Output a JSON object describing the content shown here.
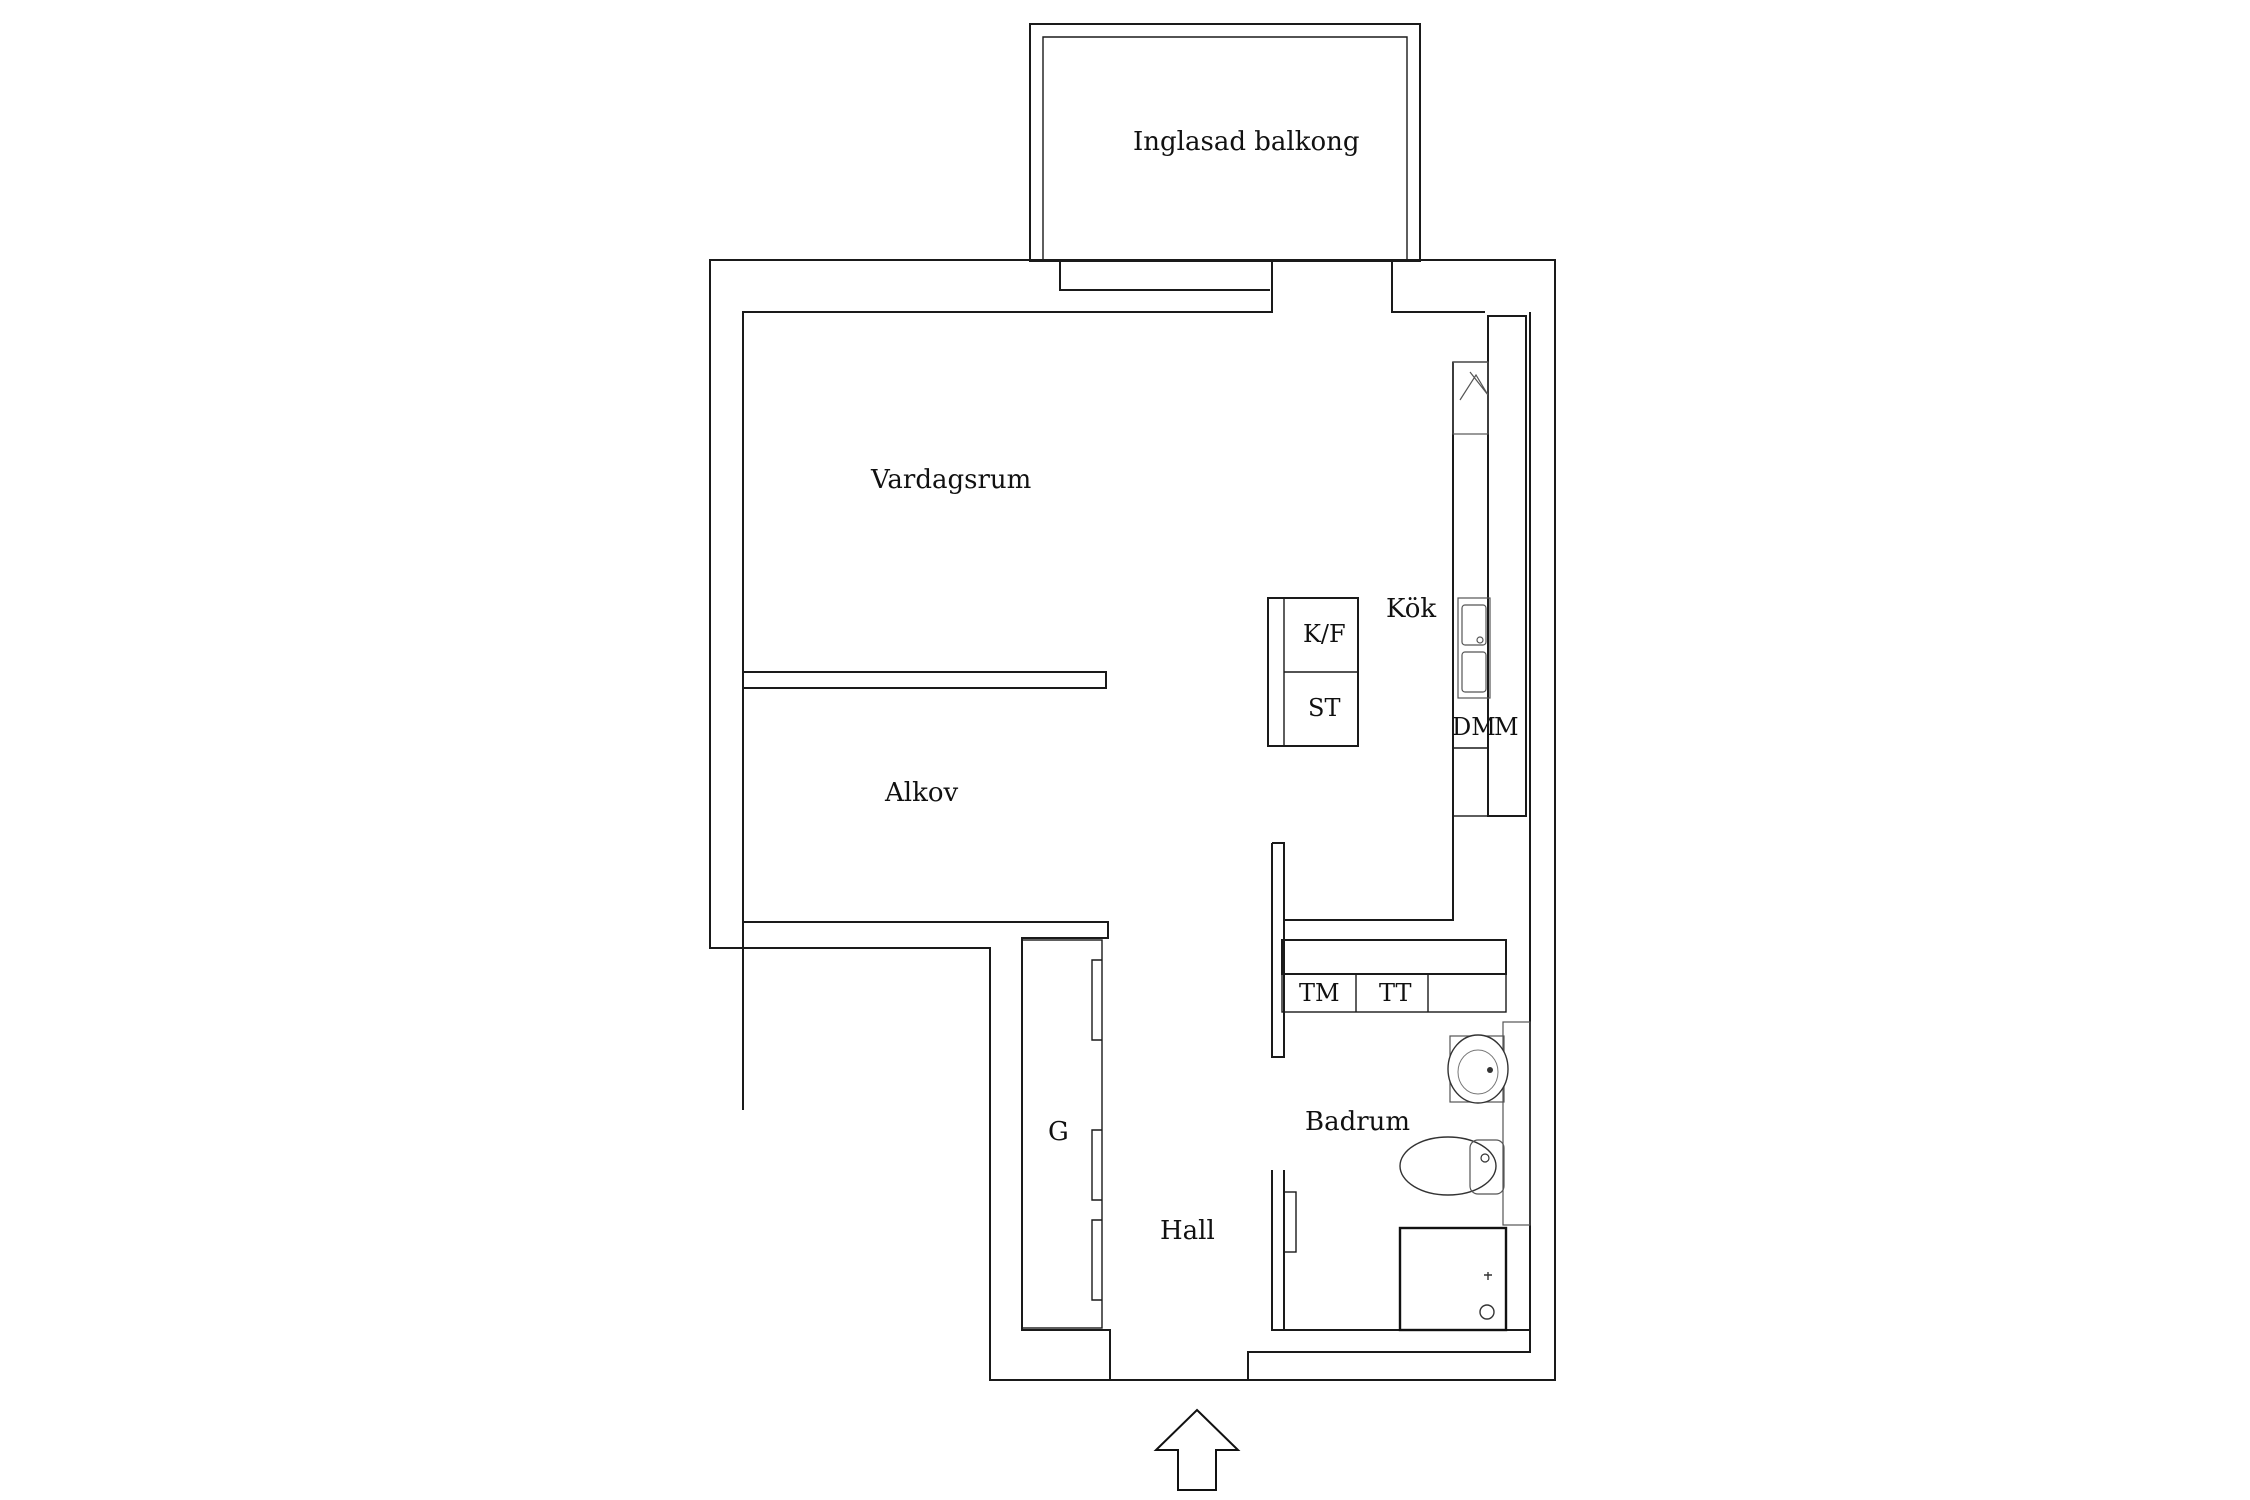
{
  "rooms": {
    "balcony": "Inglasad balkong",
    "living": "Vardagsrum",
    "kitchen": "Kök",
    "alcove": "Alkov",
    "hall": "Hall",
    "bathroom": "Badrum",
    "wardrobe": "G"
  },
  "appliances": {
    "fridge_freezer": "K/F",
    "stove": "ST",
    "dishwasher": "DM",
    "microwave": "M",
    "washer": "TM",
    "dryer": "TT"
  },
  "icons": {
    "entrance": "entrance-arrow-icon"
  }
}
